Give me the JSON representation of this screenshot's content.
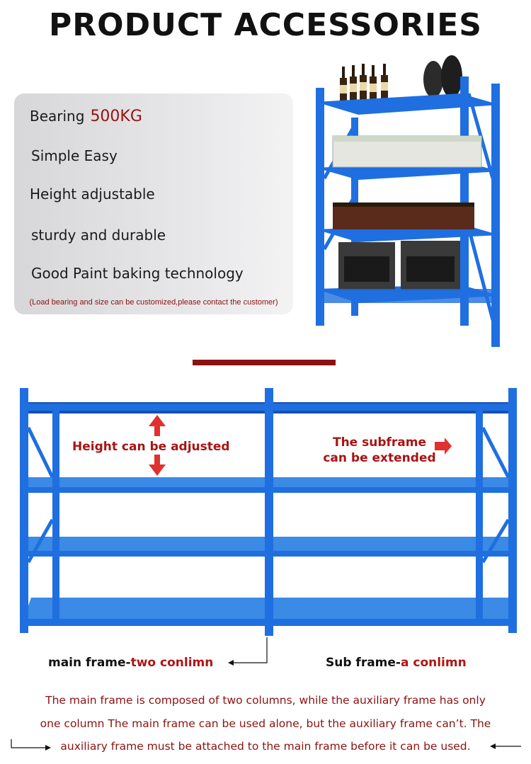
{
  "title": "PRODUCT ACCESSORIES",
  "features": {
    "bearing_label": "Bearing",
    "bearing_value": "500KG",
    "item2": "Simple Easy",
    "item3": "Height adjustable",
    "item4": "sturdy and durable",
    "item5": "Good Paint baking technology",
    "note": "(Load bearing and size can be customized,please contact the customer)"
  },
  "annotations": {
    "height": "Height can be adjusted",
    "subframe_line1": "The subframe",
    "subframe_line2": "can be extended"
  },
  "captions": {
    "main_prefix": "main frame-",
    "main_accent": "two conlimn",
    "sub_prefix": "Sub frame-",
    "sub_accent": "a conlimn"
  },
  "description": {
    "line1": "The main frame is composed of two columns, while the auxiliary frame has only",
    "line2": "one column The main frame can be used alone, but the auxiliary frame can’t. The",
    "line3": "auxiliary frame must be attached to the main frame before it can be used."
  },
  "colors": {
    "frame_blue": "#1f6fe0",
    "accent_red": "#9b1010",
    "divider_red": "#8b1212"
  }
}
